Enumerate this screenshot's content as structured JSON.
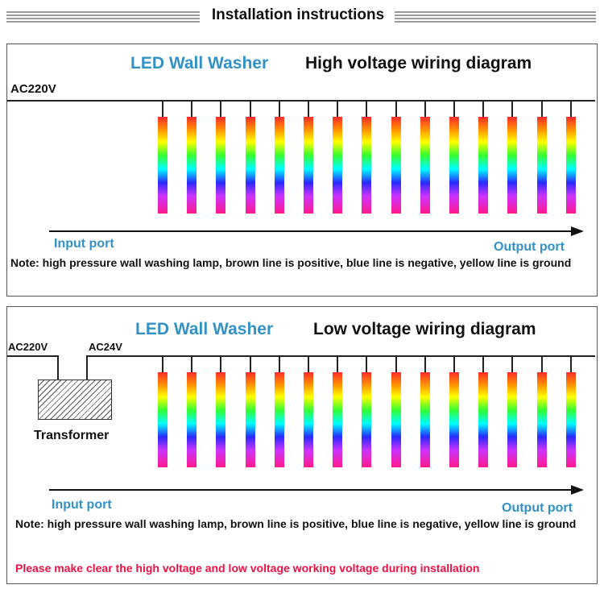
{
  "page_title": "Installation instructions",
  "high_voltage": {
    "product": "LED Wall Washer",
    "diagram_title": "High voltage wiring diagram",
    "supply_label": "AC220V",
    "input_port": "Input port",
    "output_port": "Output port",
    "note": "Note: high pressure wall washing lamp, brown line is positive, blue line is negative, yellow line is ground",
    "lamp_count": 15
  },
  "low_voltage": {
    "product": "LED Wall Washer",
    "diagram_title": "Low voltage wiring diagram",
    "supply_label": "AC220V",
    "output_voltage_label": "AC24V",
    "transformer_label": "Transformer",
    "input_port": "Input port",
    "output_port": "Output port",
    "note": "Note: high pressure wall washing lamp, brown line is positive, blue line is negative, yellow line is ground",
    "warning": "Please make clear the high voltage and low voltage working voltage during installation",
    "lamp_count": 15
  },
  "colors": {
    "heading_blue": "#3391c6",
    "warning_red": "#ee1144"
  }
}
